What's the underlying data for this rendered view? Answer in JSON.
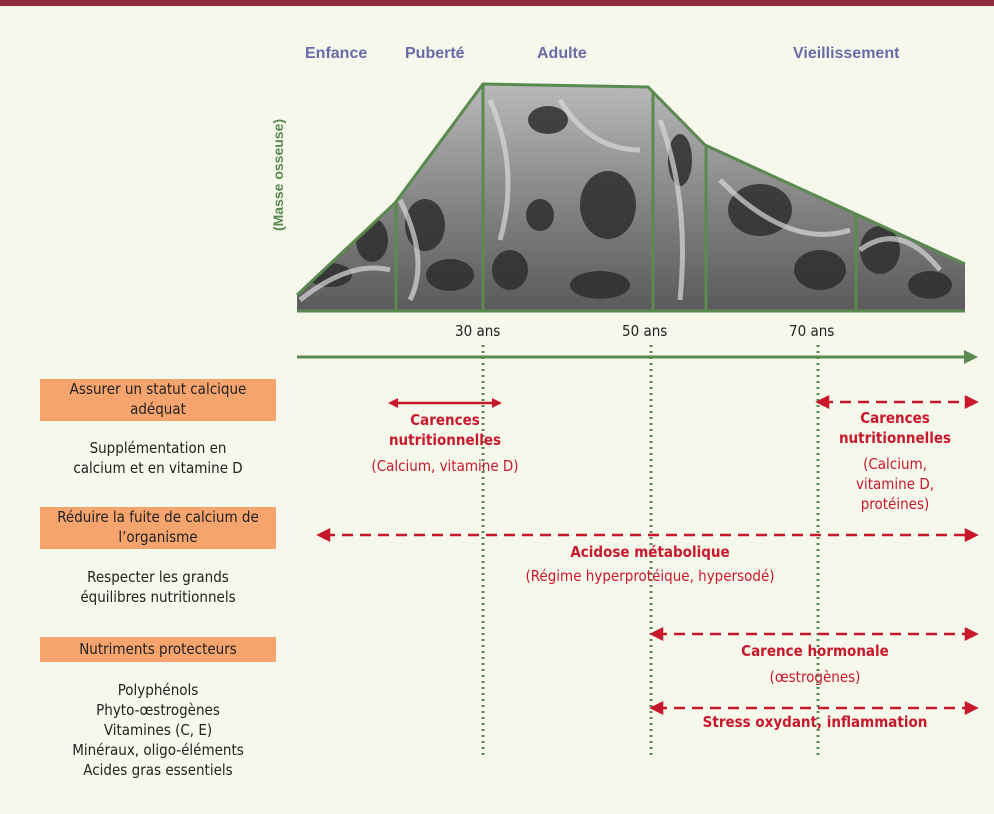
{
  "phases": [
    "Enfance",
    "Puberté",
    "Adulte",
    "Vieillissement"
  ],
  "y_axis_label": "(Masse osseuse)",
  "ticks": [
    "30 ans",
    "50 ans",
    "70 ans"
  ],
  "left_panel": {
    "box1": "Assurer un statut calcique adéquat",
    "text1": [
      "Supplémentation en",
      "calcium et en vitamine D"
    ],
    "box2": "Réduire la fuite de calcium de l’organisme",
    "text2": [
      "Respecter les grands",
      "équilibres nutritionnels"
    ],
    "box3": "Nutriments protecteurs",
    "text3": [
      "Polyphénols",
      "Phyto-œstrogènes",
      "Vitamines (C, E)",
      "Minéraux, oligo-éléments",
      "Acides gras essentiels"
    ]
  },
  "annotations": {
    "carences1": {
      "title": [
        "Carences",
        "nutritionnelles"
      ],
      "sub": "(Calcium, vitamine D)"
    },
    "carences2": {
      "title": [
        "Carences",
        "nutritionnelles"
      ],
      "sub": [
        "(Calcium,",
        "vitamine D,",
        "protéines)"
      ]
    },
    "acidose": {
      "title": "Acidose métabolique",
      "sub": "(Régime hyperprotéique, hypersodé)"
    },
    "hormonale": {
      "title": "Carence hormonale",
      "sub": "(œstrogènes)"
    },
    "stress": {
      "title": "Stress oxydant, inflammation"
    }
  },
  "colors": {
    "top_bar": "#8f2d3a",
    "background": "#f7f8ec",
    "axis_green": "#5a8a4f",
    "phase_label": "#6a6aa8",
    "box_orange": "#f5a46e",
    "red": "#c8182c"
  },
  "bone_image": "grey micrograph of trabecular bone filling the bone-mass curve"
}
